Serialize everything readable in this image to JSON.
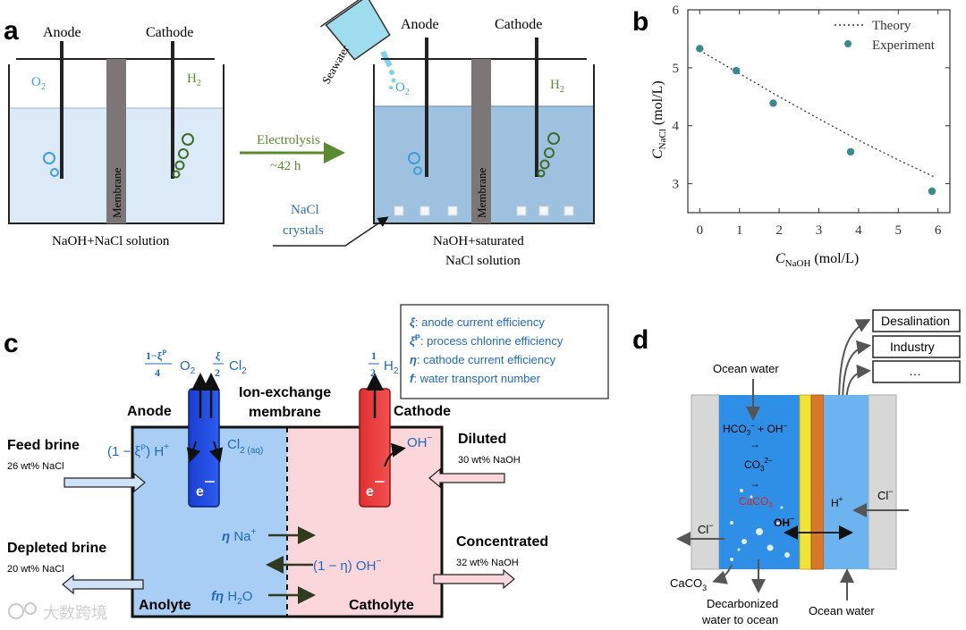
{
  "panel_a": {
    "label": "a",
    "left_anode": "Anode",
    "left_cathode": "Cathode",
    "o2": "O",
    "o2_sub": "2",
    "h2": "H",
    "h2_sub": "2",
    "membrane": "Membrane",
    "left_solution": "NaOH+NaCl solution",
    "arrow_top": "Electrolysis",
    "arrow_bottom": "~42 h",
    "seawater": "Seawater",
    "right_anode": "Anode",
    "right_cathode": "Cathode",
    "nacl_line1": "NaCl",
    "nacl_line2": "crystals",
    "right_solution_line1": "NaOH+saturated",
    "right_solution_line2": "NaCl solution"
  },
  "panel_b": {
    "label": "b",
    "ylabel_main": "C",
    "ylabel_sub": "NaCl",
    "ylabel_unit": " (mol/L)",
    "xlabel_main": "C",
    "xlabel_sub": "NaOH",
    "xlabel_unit": " (mol/L)",
    "legend_theory": "Theory",
    "legend_experiment": "Experiment"
  },
  "chart_data": {
    "type": "scatter",
    "xlim": [
      -0.3,
      6.3
    ],
    "ylim": [
      2.5,
      6
    ],
    "xticks": [
      "0",
      "1",
      "2",
      "3",
      "4",
      "5",
      "6"
    ],
    "yticks": [
      "3",
      "4",
      "5",
      "6"
    ],
    "series": [
      {
        "name": "Theory",
        "style": "dotted-line",
        "x": [
          0,
          1,
          2,
          3,
          4,
          5,
          5.9
        ],
        "y": [
          5.3,
          4.9,
          4.5,
          4.12,
          3.75,
          3.41,
          3.12
        ]
      },
      {
        "name": "Experiment",
        "style": "points",
        "x": [
          0,
          0.92,
          1.85,
          3.8,
          5.85
        ],
        "y": [
          5.33,
          4.95,
          4.39,
          3.55,
          2.87
        ]
      }
    ],
    "legend_position": "top-right",
    "grid": false,
    "colors": {
      "points": "#3a8a8a",
      "theory": "#333333"
    }
  },
  "panel_c": {
    "label": "c",
    "anode": "Anode",
    "cathode": "Cathode",
    "membrane_line1": "Ion-exchange",
    "membrane_line2": "membrane",
    "o2_coef_num": "1−ξ",
    "o2_coef_sup": "P",
    "o2_coef_den": "4",
    "o2": "O",
    "o2_sub": "2",
    "cl2_coef_num": "ξ",
    "cl2_coef_den": "2",
    "cl2": "Cl",
    "cl2_sub": "2",
    "h2_coef_num": "1",
    "h2_coef_den": "2",
    "h2": "H",
    "h2_sub": "2",
    "h_plus": "(1 − ξ",
    "h_plus_sup": "P",
    "h_plus_rest": ") H",
    "h_plus_charge": "+",
    "cl2aq": "Cl",
    "cl2aq_sub": "2 (aq)",
    "oh_minus": "OH",
    "oh_minus_charge": "−",
    "electron": "e",
    "feed_brine": "Feed brine",
    "feed_brine_conc": "26 wt% NaCl",
    "depleted_brine": "Depleted brine",
    "depleted_brine_conc": "20 wt% NaCl",
    "diluted": "Diluted",
    "diluted_conc": "30 wt% NaOH",
    "concentrated": "Concentrated",
    "concentrated_conc": "32 wt% NaOH",
    "eta_na": "η",
    "na": " Na",
    "na_charge": "+",
    "oh_flux": "(1 − η) OH",
    "oh_flux_charge": "−",
    "water_coef": "fη",
    "water": " H",
    "water_sub": "2",
    "water_o": "O",
    "anolyte": "Anolyte",
    "catholyte": "Catholyte",
    "legend": [
      {
        "sym": "ξ",
        "sup": "",
        "text": ": anode current efficiency"
      },
      {
        "sym": "ξ",
        "sup": "P",
        "text": ": process chlorine efficiency"
      },
      {
        "sym": "η",
        "sup": "",
        "text": ": cathode current efficiency"
      },
      {
        "sym": "f",
        "sup": "",
        "text": ": water transport number"
      }
    ]
  },
  "panel_d": {
    "label": "d",
    "box1": "Desalination",
    "box2": "Industry",
    "box3": "…",
    "ocean_water_top": "Ocean water",
    "hco3": "HCO",
    "hco3_sub": "3",
    "hco3_charge": "−",
    "plus_oh": " + OH",
    "plus_oh_charge": "−",
    "arrow1": "→",
    "co3": "CO",
    "co3_sub": "3",
    "co3_charge": "2−",
    "arrow2": "→",
    "caco3_red": "CaCO",
    "caco3_red_sub": "3",
    "oh_center": "OH",
    "oh_center_charge": "−",
    "h_plus": "H",
    "h_plus_charge": "+",
    "cl_left": "Cl",
    "cl_left_charge": "−",
    "cl_right": "Cl",
    "cl_right_charge": "−",
    "caco3_out": "CaCO",
    "caco3_out_sub": "3",
    "decarb_line1": "Decarbonized",
    "decarb_line2": "water to ocean",
    "ocean_water_bottom": "Ocean water"
  },
  "watermark": "大数跨境"
}
